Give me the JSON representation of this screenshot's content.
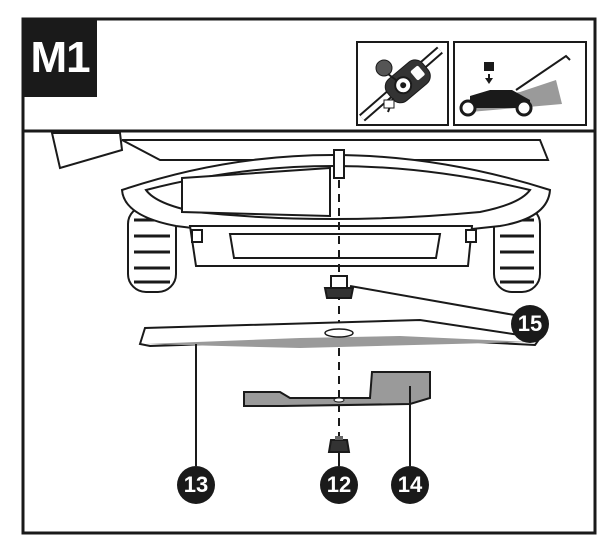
{
  "step_label": "M1",
  "callouts": {
    "blade_bolt": "15",
    "blade": "13",
    "blade_adapter": "14",
    "nut": "12"
  },
  "icons": {
    "ignition": "key-switch-icon",
    "mower": "lawn-mower-icon"
  },
  "colors": {
    "line": "#1a1a1a",
    "fill": "#ffffff",
    "shade": "#9a9a9a",
    "dark": "#333333"
  }
}
